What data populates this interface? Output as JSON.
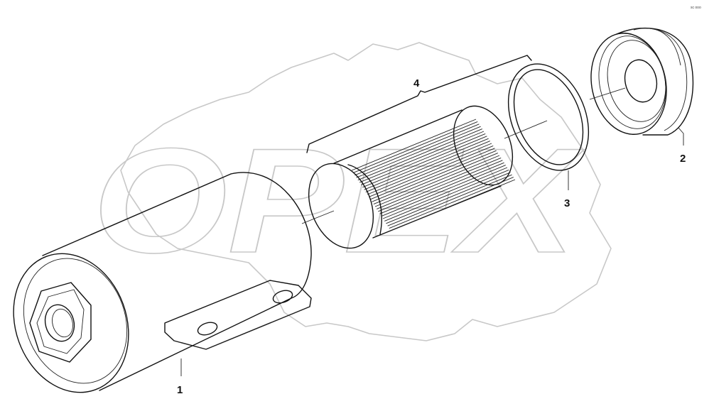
{
  "watermark": {
    "text": "OPEX"
  },
  "corner_code": "sc   ooo",
  "callouts": [
    {
      "id": "1",
      "label": "1"
    },
    {
      "id": "2",
      "label": "2"
    },
    {
      "id": "3",
      "label": "3"
    },
    {
      "id": "4",
      "label": "4"
    }
  ]
}
